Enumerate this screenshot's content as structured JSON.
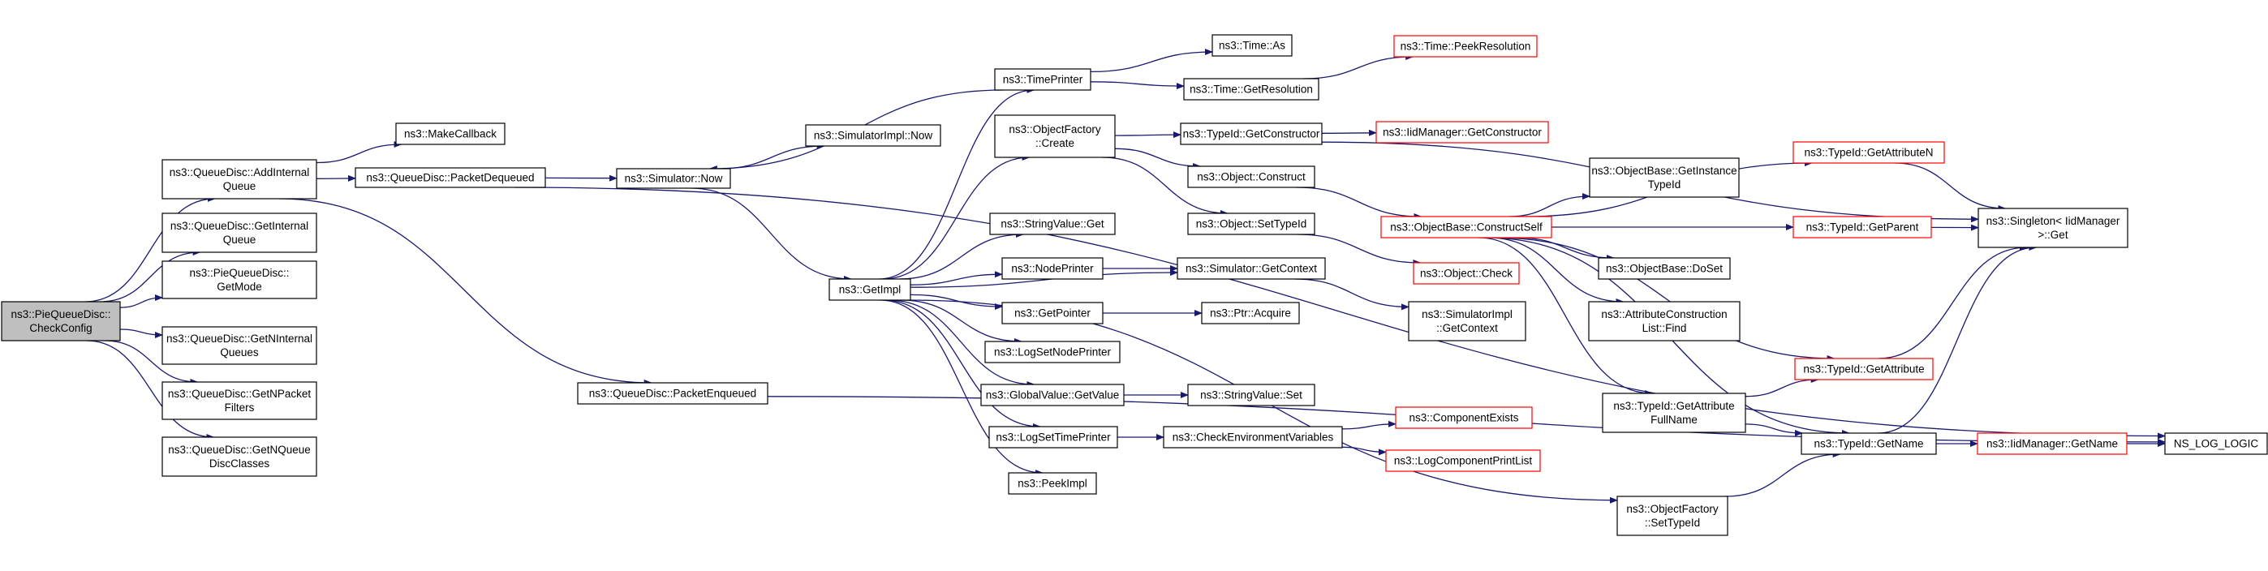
{
  "colors": {
    "edge": "#191970",
    "node_border": "#000000",
    "node_border_external": "#ff0000",
    "node_fill": "#ffffff",
    "root_fill": "#bfbfbf",
    "text": "#000000"
  },
  "nodes": [
    {
      "id": "root",
      "lines": [
        "ns3::PieQueueDisc::",
        "CheckConfig"
      ],
      "style": "root"
    },
    {
      "id": "addint",
      "lines": [
        "ns3::QueueDisc::AddInternal",
        "Queue"
      ],
      "style": "normal"
    },
    {
      "id": "getint",
      "lines": [
        "ns3::QueueDisc::GetInternal",
        "Queue"
      ],
      "style": "normal"
    },
    {
      "id": "getmode",
      "lines": [
        "ns3::PieQueueDisc::",
        "GetMode"
      ],
      "style": "normal"
    },
    {
      "id": "getnint",
      "lines": [
        "ns3::QueueDisc::GetNInternal",
        "Queues"
      ],
      "style": "normal"
    },
    {
      "id": "getnpf",
      "lines": [
        "ns3::QueueDisc::GetNPacket",
        "Filters"
      ],
      "style": "normal"
    },
    {
      "id": "getnqdc",
      "lines": [
        "ns3::QueueDisc::GetNQueue",
        "DiscClasses"
      ],
      "style": "normal"
    },
    {
      "id": "mkcb",
      "lines": [
        "ns3::MakeCallback"
      ],
      "style": "normal"
    },
    {
      "id": "pktdeq",
      "lines": [
        "ns3::QueueDisc::PacketDequeued"
      ],
      "style": "normal"
    },
    {
      "id": "pktenq",
      "lines": [
        "ns3::QueueDisc::PacketEnqueued"
      ],
      "style": "normal"
    },
    {
      "id": "simnow",
      "lines": [
        "ns3::Simulator::Now"
      ],
      "style": "normal"
    },
    {
      "id": "simimplnow",
      "lines": [
        "ns3::SimulatorImpl::Now"
      ],
      "style": "normal"
    },
    {
      "id": "getimpl",
      "lines": [
        "ns3::GetImpl"
      ],
      "style": "normal"
    },
    {
      "id": "timeprinter",
      "lines": [
        "ns3::TimePrinter"
      ],
      "style": "normal"
    },
    {
      "id": "ofcreate",
      "lines": [
        "ns3::ObjectFactory",
        "::Create"
      ],
      "style": "normal"
    },
    {
      "id": "svget",
      "lines": [
        "ns3::StringValue::Get"
      ],
      "style": "normal"
    },
    {
      "id": "nodeprinter",
      "lines": [
        "ns3::NodePrinter"
      ],
      "style": "normal"
    },
    {
      "id": "getpointer",
      "lines": [
        "ns3::GetPointer"
      ],
      "style": "normal"
    },
    {
      "id": "logsetnp",
      "lines": [
        "ns3::LogSetNodePrinter"
      ],
      "style": "normal"
    },
    {
      "id": "gvgetvalue",
      "lines": [
        "ns3::GlobalValue::GetValue"
      ],
      "style": "normal"
    },
    {
      "id": "logsettp",
      "lines": [
        "ns3::LogSetTimePrinter"
      ],
      "style": "normal"
    },
    {
      "id": "peekimpl",
      "lines": [
        "ns3::PeekImpl"
      ],
      "style": "normal"
    },
    {
      "id": "timeas",
      "lines": [
        "ns3::Time::As"
      ],
      "style": "normal"
    },
    {
      "id": "timegetres",
      "lines": [
        "ns3::Time::GetResolution"
      ],
      "style": "normal"
    },
    {
      "id": "timepeekres",
      "lines": [
        "ns3::Time::PeekResolution"
      ],
      "style": "external"
    },
    {
      "id": "tidgetctor",
      "lines": [
        "ns3::TypeId::GetConstructor"
      ],
      "style": "normal"
    },
    {
      "id": "iidgetctor",
      "lines": [
        "ns3::IidManager::GetConstructor"
      ],
      "style": "external"
    },
    {
      "id": "objconstruct",
      "lines": [
        "ns3::Object::Construct"
      ],
      "style": "normal"
    },
    {
      "id": "objsettid",
      "lines": [
        "ns3::Object::SetTypeId"
      ],
      "style": "normal"
    },
    {
      "id": "simgetctx",
      "lines": [
        "ns3::Simulator::GetContext"
      ],
      "style": "normal"
    },
    {
      "id": "ptracquire",
      "lines": [
        "ns3::Ptr::Acquire"
      ],
      "style": "normal"
    },
    {
      "id": "svset",
      "lines": [
        "ns3::StringValue::Set"
      ],
      "style": "normal"
    },
    {
      "id": "checkenv",
      "lines": [
        "ns3::CheckEnvironmentVariables"
      ],
      "style": "normal"
    },
    {
      "id": "objbaseconst",
      "lines": [
        "ns3::ObjectBase::ConstructSelf"
      ],
      "style": "external"
    },
    {
      "id": "objcheck",
      "lines": [
        "ns3::Object::Check"
      ],
      "style": "external"
    },
    {
      "id": "simimplgetctx",
      "lines": [
        "ns3::SimulatorImpl",
        "::GetContext"
      ],
      "style": "normal"
    },
    {
      "id": "compexists",
      "lines": [
        "ns3::ComponentExists"
      ],
      "style": "external"
    },
    {
      "id": "logcompprint",
      "lines": [
        "ns3::LogComponentPrintList"
      ],
      "style": "external"
    },
    {
      "id": "ofsettid",
      "lines": [
        "ns3::ObjectFactory",
        "::SetTypeId"
      ],
      "style": "normal"
    },
    {
      "id": "objbasegetinst",
      "lines": [
        "ns3::ObjectBase::GetInstance",
        "TypeId"
      ],
      "style": "normal"
    },
    {
      "id": "objbasedoset",
      "lines": [
        "ns3::ObjectBase::DoSet"
      ],
      "style": "normal"
    },
    {
      "id": "acl",
      "lines": [
        "ns3::AttributeConstruction",
        "List::Find"
      ],
      "style": "normal"
    },
    {
      "id": "tidgetattrfull",
      "lines": [
        "ns3::TypeId::GetAttribute",
        "FullName"
      ],
      "style": "normal"
    },
    {
      "id": "tidgetattrn",
      "lines": [
        "ns3::TypeId::GetAttributeN"
      ],
      "style": "external"
    },
    {
      "id": "tidgetparent",
      "lines": [
        "ns3::TypeId::GetParent"
      ],
      "style": "external"
    },
    {
      "id": "tidgetattr",
      "lines": [
        "ns3::TypeId::GetAttribute"
      ],
      "style": "external"
    },
    {
      "id": "tidgetname",
      "lines": [
        "ns3::TypeId::GetName"
      ],
      "style": "normal"
    },
    {
      "id": "singleton",
      "lines": [
        "ns3::Singleton< IidManager",
        ">::Get"
      ],
      "style": "normal"
    },
    {
      "id": "iidgetname",
      "lines": [
        "ns3::IidManager::GetName"
      ],
      "style": "external"
    },
    {
      "id": "nslog",
      "lines": [
        "NS_LOG_LOGIC"
      ],
      "style": "normal"
    }
  ],
  "edges": [
    [
      "root",
      "addint"
    ],
    [
      "root",
      "getint"
    ],
    [
      "root",
      "getmode"
    ],
    [
      "root",
      "getnint"
    ],
    [
      "root",
      "getnpf"
    ],
    [
      "root",
      "getnqdc"
    ],
    [
      "addint",
      "mkcb"
    ],
    [
      "addint",
      "pktdeq"
    ],
    [
      "addint",
      "pktenq"
    ],
    [
      "pktdeq",
      "simnow"
    ],
    [
      "pktdeq",
      "nslog"
    ],
    [
      "pktenq",
      "nslog"
    ],
    [
      "simnow",
      "simimplnow"
    ],
    [
      "simnow",
      "getimpl"
    ],
    [
      "getimpl",
      "timeprinter"
    ],
    [
      "getimpl",
      "ofcreate"
    ],
    [
      "getimpl",
      "svget"
    ],
    [
      "getimpl",
      "nodeprinter"
    ],
    [
      "getimpl",
      "getpointer"
    ],
    [
      "getimpl",
      "logsetnp"
    ],
    [
      "getimpl",
      "gvgetvalue"
    ],
    [
      "getimpl",
      "logsettp"
    ],
    [
      "getimpl",
      "peekimpl"
    ],
    [
      "getimpl",
      "simgetctx"
    ],
    [
      "getimpl",
      "ofsettid"
    ],
    [
      "timeprinter",
      "simnow"
    ],
    [
      "timeprinter",
      "timeas"
    ],
    [
      "timeprinter",
      "timegetres"
    ],
    [
      "timegetres",
      "timepeekres"
    ],
    [
      "ofcreate",
      "tidgetctor"
    ],
    [
      "ofcreate",
      "objconstruct"
    ],
    [
      "ofcreate",
      "objsettid"
    ],
    [
      "tidgetctor",
      "iidgetctor"
    ],
    [
      "tidgetctor",
      "singleton"
    ],
    [
      "objconstruct",
      "objbaseconst"
    ],
    [
      "objsettid",
      "objcheck"
    ],
    [
      "nodeprinter",
      "simgetctx"
    ],
    [
      "simgetctx",
      "simimplgetctx"
    ],
    [
      "getpointer",
      "ptracquire"
    ],
    [
      "gvgetvalue",
      "svset"
    ],
    [
      "logsettp",
      "checkenv"
    ],
    [
      "checkenv",
      "compexists"
    ],
    [
      "checkenv",
      "logcompprint"
    ],
    [
      "ofsettid",
      "tidgetname"
    ],
    [
      "objbaseconst",
      "objbasegetinst"
    ],
    [
      "objbaseconst",
      "objbasedoset"
    ],
    [
      "objbaseconst",
      "acl"
    ],
    [
      "objbaseconst",
      "tidgetattrfull"
    ],
    [
      "objbaseconst",
      "tidgetattrn"
    ],
    [
      "objbaseconst",
      "tidgetparent"
    ],
    [
      "objbaseconst",
      "tidgetattr"
    ],
    [
      "objbaseconst",
      "tidgetname"
    ],
    [
      "tidgetattrn",
      "singleton"
    ],
    [
      "tidgetparent",
      "singleton"
    ],
    [
      "tidgetattr",
      "singleton"
    ],
    [
      "tidgetattrfull",
      "tidgetattr"
    ],
    [
      "tidgetattrfull",
      "tidgetname"
    ],
    [
      "tidgetname",
      "singleton"
    ],
    [
      "tidgetname",
      "iidgetname"
    ],
    [
      "iidgetname",
      "nslog"
    ]
  ]
}
